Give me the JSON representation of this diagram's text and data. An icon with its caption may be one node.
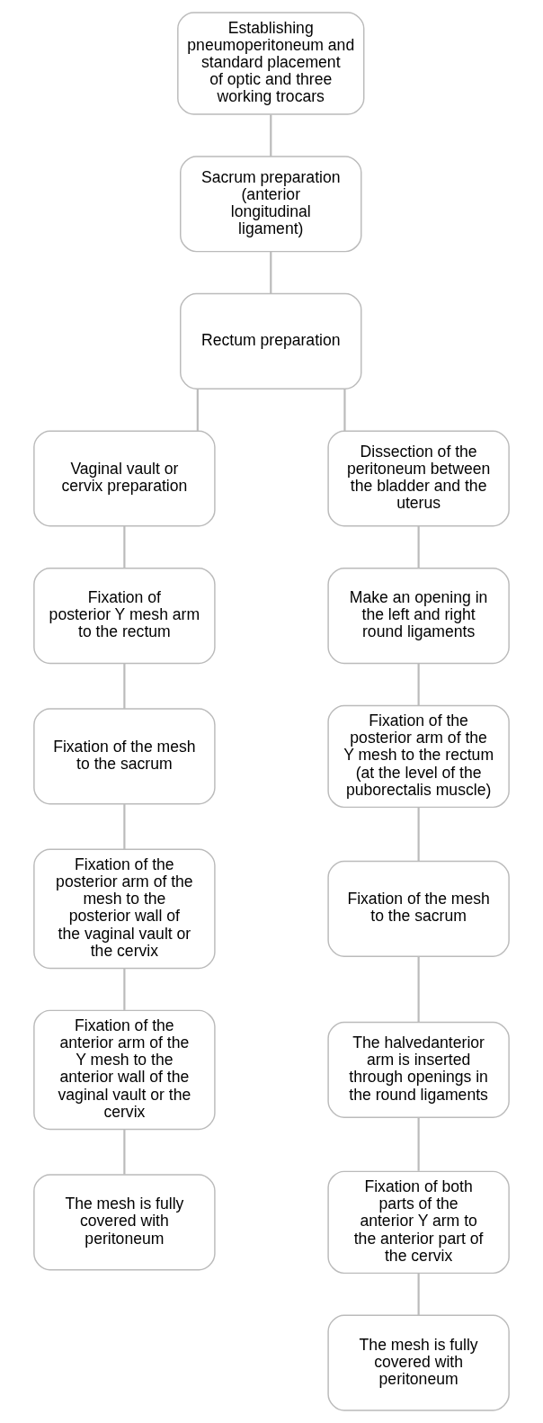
{
  "diagram": {
    "nodes": [
      {
        "text": [
          "Establishing pneumoperitoneum and standard placement of optic and three working trocars"
        ]
      },
      {
        "text": [
          "Sacrum preparation (anterior longitudinal ligament)"
        ]
      },
      {
        "text": [
          "Rectum preparation"
        ]
      },
      {
        "text": [
          "Vaginal vault or cervix preparation"
        ]
      },
      {
        "text": [
          "Fixation of posterior Y mesh arm to the rectum"
        ]
      },
      {
        "text": [
          "Fixation of the mesh to the sacrum"
        ]
      },
      {
        "text": [
          "Fixation of the posterior arm of the mesh to the posterior wall of the vaginal vault or the cervix"
        ]
      },
      {
        "text": [
          "Fixation of the anterior arm of the Y mesh to the anterior wall of the vaginal vault or the cervix"
        ]
      },
      {
        "text": [
          "The mesh is fully covered with peritoneum"
        ]
      },
      {
        "text": [
          "Dissection of the peritoneum between the bladder and the uterus"
        ]
      },
      {
        "text": [
          "Make an opening in the left and right round ligaments"
        ]
      },
      {
        "text": [
          "Fixation of the posterior arm of the Y mesh to the rectum (at the level of the puborectalis muscle)"
        ]
      },
      {
        "text": [
          "Fixation of the mesh to the sacrum"
        ]
      },
      {
        "text": [
          "The halvedanterior arm is inserted through openings in the round ligaments"
        ]
      },
      {
        "text": [
          "Fixation of both parts of the anterior Y arm to the anterior part of the cervix"
        ]
      },
      {
        "text": [
          "The mesh is fully covered with peritoneum"
        ]
      }
    ],
    "edges": [
      {
        "from": 0,
        "to": 1,
        "arrow": "none"
      },
      {
        "from": 1,
        "to": 2,
        "arrow": "none"
      },
      {
        "from": 2,
        "to": 3,
        "arrow": "none"
      },
      {
        "from": 2,
        "to": 9,
        "arrow": "none"
      },
      {
        "from": 3,
        "to": 4,
        "arrow": "none"
      },
      {
        "from": 4,
        "to": 5,
        "arrow": "none"
      },
      {
        "from": 5,
        "to": 6,
        "arrow": "none"
      },
      {
        "from": 6,
        "to": 7,
        "arrow": "none"
      },
      {
        "from": 7,
        "to": 8,
        "arrow": "none"
      },
      {
        "from": 9,
        "to": 10,
        "arrow": "none"
      },
      {
        "from": 10,
        "to": 11,
        "arrow": "none"
      },
      {
        "from": 11,
        "to": 12,
        "arrow": "none"
      },
      {
        "from": 12,
        "to": 13,
        "arrow": "none"
      },
      {
        "from": 13,
        "to": 14,
        "arrow": "none"
      },
      {
        "from": 14,
        "to": 15,
        "arrow": "none"
      }
    ]
  }
}
